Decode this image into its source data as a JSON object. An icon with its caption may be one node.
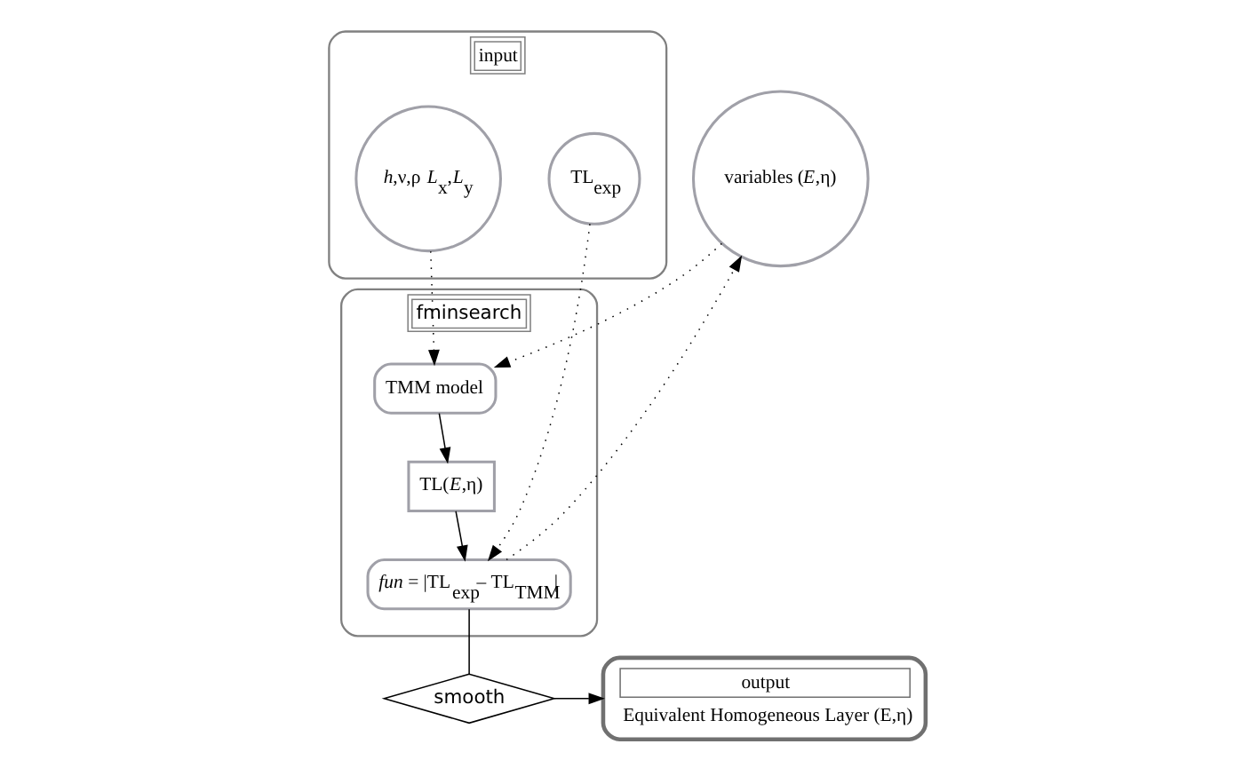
{
  "diagram": {
    "nodes": [
      {
        "text": [
          "input"
        ]
      },
      {
        "text": [
          "*h*,ν,ρ *L*$_{x}$,*L*$_{y}$"
        ],
        "in": 0
      },
      {
        "text": [
          "TL$_{exp}$"
        ],
        "in": 0
      },
      {
        "text": [
          "fminsearch"
        ]
      },
      {
        "text": [
          "TMM model"
        ],
        "in": 3
      },
      {
        "text": [
          "TL(*E*,η)"
        ],
        "in": 3
      },
      {
        "text": [
          "*fun* = |TL$_{exp}$– TL$_{TMM}$|"
        ],
        "in": 3
      },
      {
        "text": [
          "smooth"
        ]
      },
      {
        "text": [
          "variables (*E*,η)"
        ]
      },
      {
        "text": [
          "output",
          "Equivalent Homogeneous Layer (E,η)"
        ]
      }
    ],
    "edges": [
      {
        "from": 1,
        "to": 4,
        "arrow": "to",
        "style": "dashed"
      },
      {
        "from": 8,
        "to": 4,
        "arrow": "to",
        "style": "dashed"
      },
      {
        "from": 4,
        "to": 5,
        "arrow": "to"
      },
      {
        "from": 5,
        "to": 6,
        "arrow": "to"
      },
      {
        "from": 2,
        "to": 6,
        "arrow": "to",
        "style": "dashed"
      },
      {
        "from": 6,
        "to": 8,
        "arrow": "to",
        "style": "dashed"
      },
      {
        "from": 6,
        "to": 7,
        "arrow": "none"
      },
      {
        "from": 7,
        "to": 9,
        "arrow": "to"
      }
    ]
  }
}
